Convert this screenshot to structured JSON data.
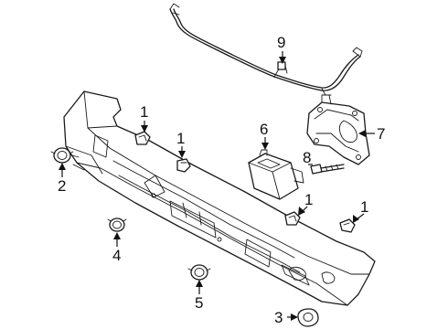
{
  "callouts": {
    "c1a": "1",
    "c1b": "1",
    "c1c": "1",
    "c1d": "1",
    "c2": "2",
    "c3": "3",
    "c4": "4",
    "c5": "5",
    "c6": "6",
    "c7": "7",
    "c8": "8",
    "c9": "9"
  }
}
